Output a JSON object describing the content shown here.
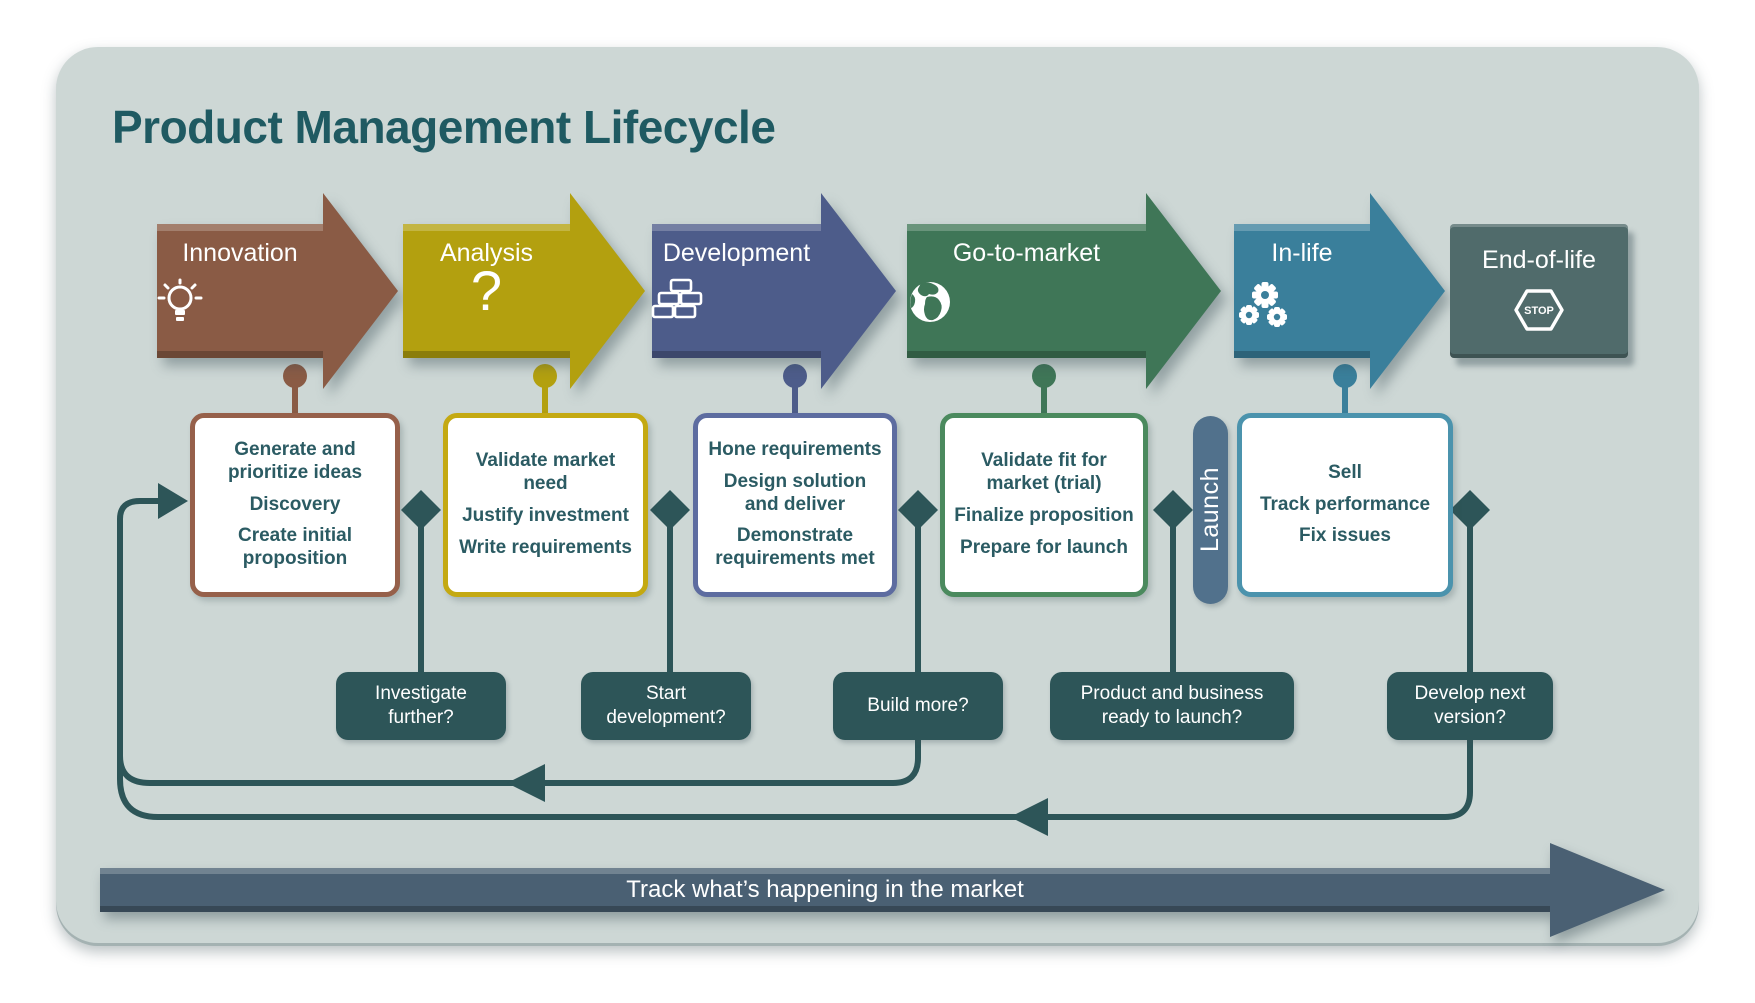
{
  "title": "Product Management Lifecycle",
  "stages": [
    {
      "label": "Innovation",
      "icon": "lightbulb-icon",
      "color": "#8a5b45"
    },
    {
      "label": "Analysis",
      "icon": "question-mark-icon",
      "color": "#b3a00f",
      "question_glyph": "?"
    },
    {
      "label": "Development",
      "icon": "bricks-icon",
      "color": "#4d5c8a"
    },
    {
      "label": "Go-to-market",
      "icon": "globe-icon",
      "color": "#3f7657"
    },
    {
      "label": "In-life",
      "icon": "gears-icon",
      "color": "#3a7f9b"
    },
    {
      "label": "End-of-life",
      "icon": "stop-sign-icon",
      "color": "#506b6b",
      "stop_label": "STOP"
    }
  ],
  "detail_boxes": [
    {
      "border_color": "#96604a",
      "items": [
        "Generate and prioritize ideas",
        "Discovery",
        "Create initial proposition"
      ]
    },
    {
      "border_color": "#c4a912",
      "items": [
        "Validate market need",
        "Justify investment",
        "Write requirements"
      ]
    },
    {
      "border_color": "#5d6ca0",
      "items": [
        "Hone requirements",
        "Design solution and deliver",
        "Demonstrate requirements met"
      ]
    },
    {
      "border_color": "#4b8a5e",
      "items": [
        "Validate fit for market (trial)",
        "Finalize proposition",
        "Prepare for launch"
      ]
    },
    {
      "border_color": "#4b93ad",
      "items": [
        "Sell",
        "Track performance",
        "Fix issues"
      ]
    }
  ],
  "launch": {
    "label": "Launch",
    "color": "#51718c"
  },
  "decisions": [
    {
      "label": "Investigate further?"
    },
    {
      "label": "Start development?"
    },
    {
      "label": "Build more?"
    },
    {
      "label": "Product and business ready to launch?"
    },
    {
      "label": "Develop next version?"
    }
  ],
  "bottom_arrow": {
    "label": "Track what’s happening in the market",
    "color": "#4a6073"
  },
  "colors": {
    "page_bg": "#ffffff",
    "card_bg": "#cdd7d5",
    "title_text": "#1f5a62",
    "flow": "#2d5558",
    "detail_text": "#2b5b63",
    "box_bg": "#ffffff"
  }
}
